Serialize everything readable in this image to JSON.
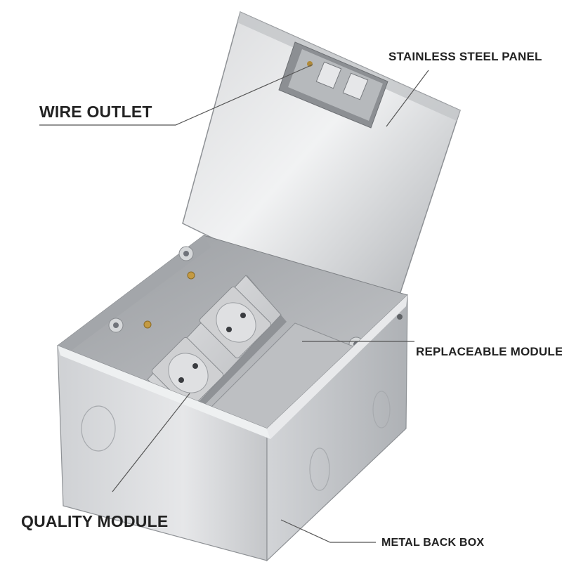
{
  "labels": {
    "stainless_steel_panel": "STAINLESS STEEL PANEL",
    "wire_outlet": "WIRE OUTLET",
    "replaceable_module": "REPLACEABLE MODULE",
    "quality_module": "QUALITY MODULE",
    "metal_back_box": "METAL BACK BOX"
  },
  "colors": {
    "text": "#222222",
    "leader_line": "#555555",
    "steel_light": "#e4e5e7",
    "steel_mid": "#bfc1c4",
    "steel_dark": "#8e9195",
    "socket_module": "#cfd0d2"
  }
}
